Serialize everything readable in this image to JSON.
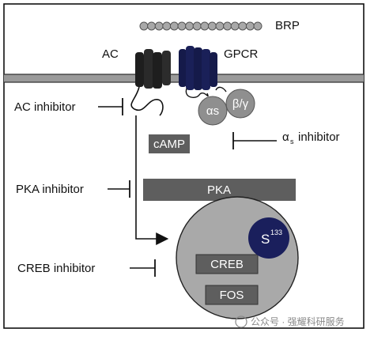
{
  "labels": {
    "brp": "BRP",
    "ac": "AC",
    "gpcr": "GPCR",
    "ac_inhibitor": "AC inhibitor",
    "alpha_s": "αs",
    "beta_gamma": "β/γ",
    "camp": "cAMP",
    "as_inhibitor_alpha": "α",
    "as_inhibitor_sub": "s",
    "as_inhibitor_text": "inhibitor",
    "pka_inhibitor": "PKA inhibitor",
    "pka": "PKA",
    "s133_base": "S",
    "s133_sup": "133",
    "creb": "CREB",
    "fos": "FOS",
    "creb_inhibitor": "CREB inhibitor",
    "watermark": "公众号 · 强耀科研服务"
  },
  "colors": {
    "frame": "#111111",
    "membrane": "#9a9a9a",
    "bead": "#a8a8a8",
    "ac_protein": "#1e1e1e",
    "gpcr_protein": "#151a4a",
    "g_subunit": "#8f8f8f",
    "box_dark": "#5e5e5e",
    "nucleus": "#a9a9a9",
    "s133": "#1a1f5c"
  }
}
